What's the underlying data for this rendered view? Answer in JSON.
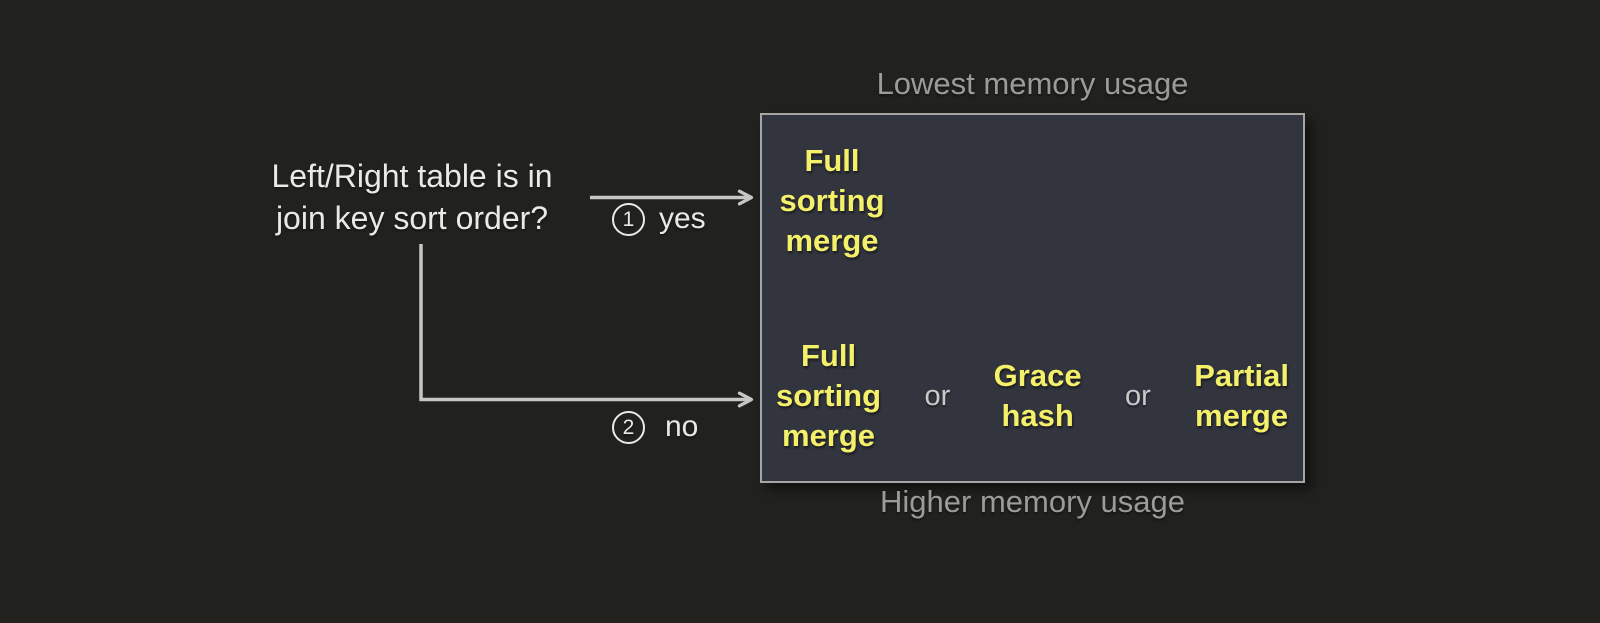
{
  "question": {
    "line1": "Left/Right table is in",
    "line2": "join key sort order?"
  },
  "branch_yes": {
    "number": "1",
    "label": "yes"
  },
  "branch_no": {
    "number": "2",
    "label": "no"
  },
  "caption_top": "Lowest memory usage",
  "caption_bottom": "Higher memory usage",
  "box": {
    "top_algorithm": "Full\nsorting\nmerge",
    "bottom_row": {
      "algo1": "Full\nsorting\nmerge",
      "or1": "or",
      "algo2": "Grace\nhash",
      "or2": "or",
      "algo3": "Partial\nmerge"
    }
  },
  "colors": {
    "background": "#21221e",
    "box_fill": "#32343e",
    "box_border": "#a6a6a6",
    "yellow": "#f4f06a",
    "gray_caption": "#9b9b97",
    "white_text": "#e9e9e7",
    "or_text": "#c9c9c9",
    "arrow": "#c6c6c4"
  }
}
